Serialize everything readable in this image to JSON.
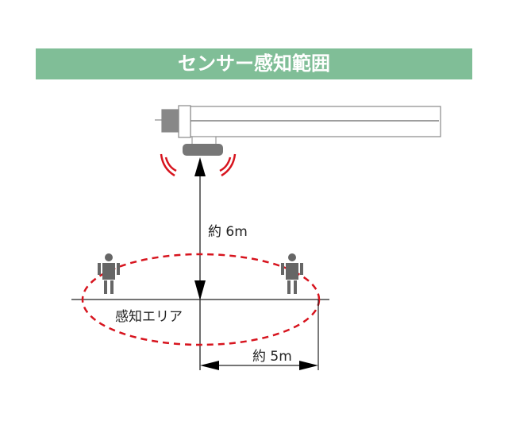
{
  "title": "センサー感知範囲",
  "labels": {
    "height": "約 6m",
    "area": "感知エリア",
    "radius": "約 5m"
  },
  "colors": {
    "banner": "#80be97",
    "accent": "#d7141e"
  }
}
